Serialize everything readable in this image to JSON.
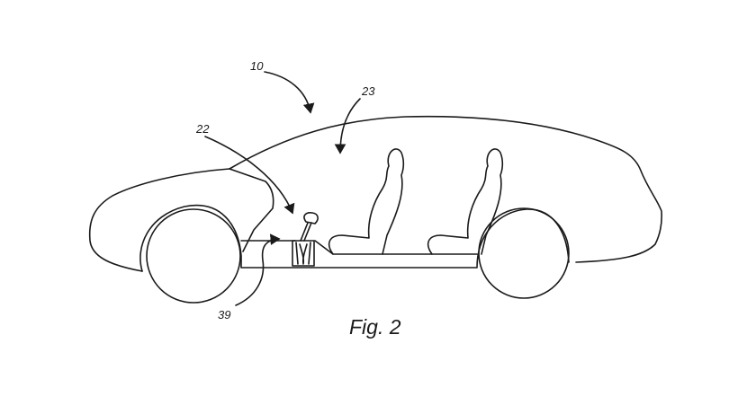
{
  "figure": {
    "caption": "Fig. 2",
    "labels": {
      "vehicle": "10",
      "cabin": "23",
      "shifter": "22",
      "floor_mount": "39"
    }
  }
}
